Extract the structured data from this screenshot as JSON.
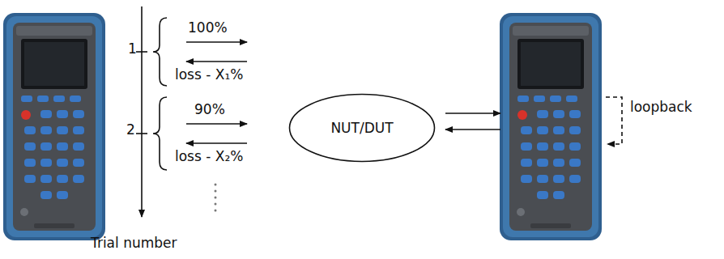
{
  "diagram": {
    "nodes": [
      {
        "text": [
          "NUT/DUT"
        ]
      }
    ],
    "labels": [
      "1",
      "100%",
      "loss - X₁%",
      "2",
      "90%",
      "loss - X₂%",
      "Trial number",
      "loopback"
    ]
  }
}
